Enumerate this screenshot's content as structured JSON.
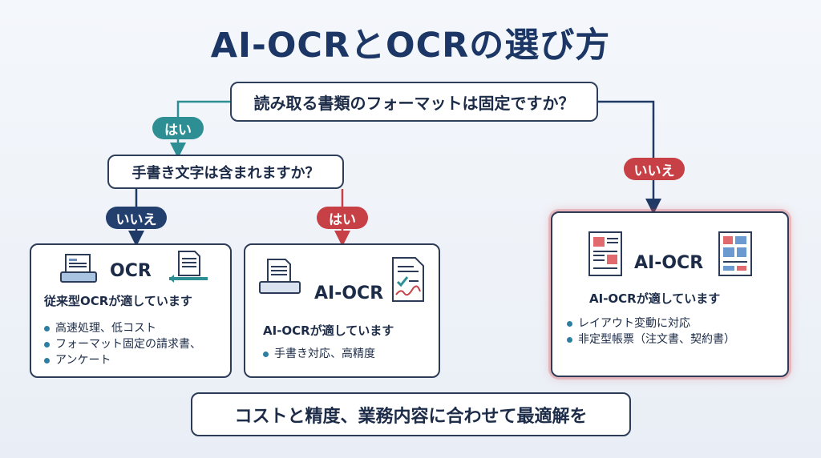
{
  "title": "AI-OCRとOCRの選び方",
  "question1": "読み取る書類のフォーマットは固定ですか？",
  "question2": "手書き文字は含まれますか？",
  "labels": {
    "q1_yes": "はい",
    "q1_no": "いいえ",
    "q2_no": "いいえ",
    "q2_yes": "はい"
  },
  "results": {
    "ocr": {
      "title": "OCR",
      "subtitle": "従来型OCRが適しています",
      "bullets": [
        "高速処理、低コスト",
        "フォーマット固定の請求書、",
        "アンケート"
      ]
    },
    "ai_handwriting": {
      "title": "AI-OCR",
      "subtitle": "AI-OCRが適しています",
      "bullets": [
        "手書き対応、高精度"
      ]
    },
    "ai_variable": {
      "title": "AI-OCR",
      "subtitle": "AI-OCRが適しています",
      "bullets": [
        "レイアウト変動に対応",
        "非定型帳票（注文書、契約書）"
      ]
    }
  },
  "footer": "コストと精度、業務内容に合わせて最適解を",
  "colors": {
    "yes": "#2d8f93",
    "no_red": "#c74045",
    "no_navy": "#233f6e",
    "line": "#1f3a66"
  }
}
